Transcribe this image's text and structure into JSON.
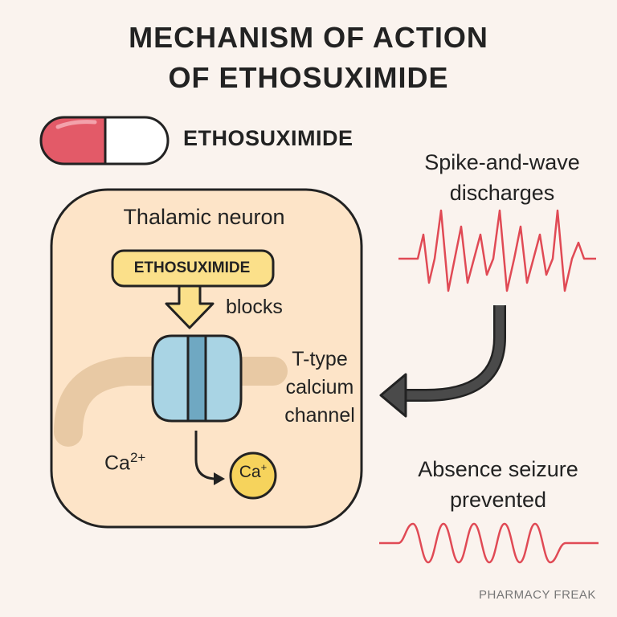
{
  "header": {
    "title_line1": "MECHANISM OF ACTION",
    "title_line2": "OF ETHOSUXIMIDE"
  },
  "drug": {
    "name": "ETHOSUXIMIDE",
    "capsule_colors": {
      "left": "#e35a68",
      "right": "#ffffff"
    }
  },
  "neuron": {
    "title": "Thalamic neuron",
    "drug_label": "ETHOSUXIMIDE",
    "action": "blocks",
    "channel_line1": "T-type",
    "channel_line2": "calcium",
    "channel_line3": "channel",
    "ca_left_base": "Ca",
    "ca_left_charge": "2+",
    "ca_ion_base": "Ca",
    "ca_ion_charge": "+"
  },
  "right_panel": {
    "spike_line1": "Spike-and-wave",
    "spike_line2": "discharges",
    "result_line1": "Absence seizure",
    "result_line2": "prevented"
  },
  "footer": "PHARMACY FREAK",
  "colors": {
    "background": "#faf3ee",
    "neuron_fill": "#fde4c8",
    "drug_box": "#fbe08a",
    "channel": "#a9d4e4",
    "wave": "#e04a55",
    "arrow": "#3a3a3a"
  }
}
